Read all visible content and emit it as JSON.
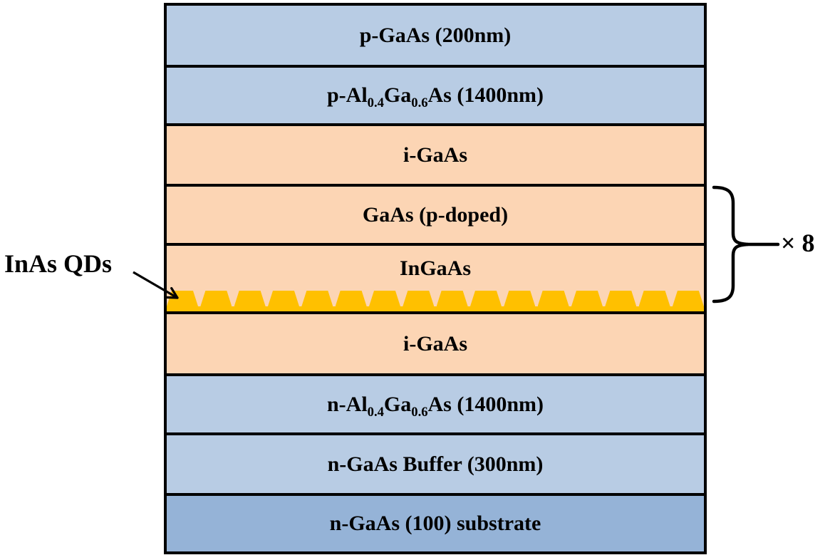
{
  "diagram": {
    "title_hint": "semiconductor epitaxial layer stack",
    "layers": [
      {
        "name": "p-GaAs (200nm)",
        "type": "blue"
      },
      {
        "name": "p-Al0.4Ga0.6As (1400nm)",
        "type": "blue",
        "parts": [
          "p-Al",
          "0.4",
          "Ga",
          "0.6",
          "As (1400nm)"
        ]
      },
      {
        "name": "i-GaAs",
        "type": "peach"
      },
      {
        "name": "GaAs (p-doped)",
        "type": "peach"
      },
      {
        "name": "InGaAs",
        "type": "peach",
        "has_quantum_dots": true
      },
      {
        "name": "i-GaAs",
        "type": "peach"
      },
      {
        "name": "n-Al0.4Ga0.6As (1400nm)",
        "type": "blue",
        "parts": [
          "n-Al",
          "0.4",
          "Ga",
          "0.6",
          "As (1400nm)"
        ]
      },
      {
        "name": "n-GaAs Buffer (300nm)",
        "type": "blue"
      },
      {
        "name": "n-GaAs (100) substrate",
        "type": "substrate"
      }
    ],
    "quantum_dots": {
      "count": 16,
      "label": "InAs QDs"
    },
    "repeat_label": "× 8"
  },
  "colors": {
    "layer_blue": "#b8cce4",
    "layer_peach": "#fcd5b4",
    "layer_substrate": "#95b3d7",
    "qd_gold": "#ffc000",
    "line_black": "#000000",
    "background": "#ffffff"
  }
}
